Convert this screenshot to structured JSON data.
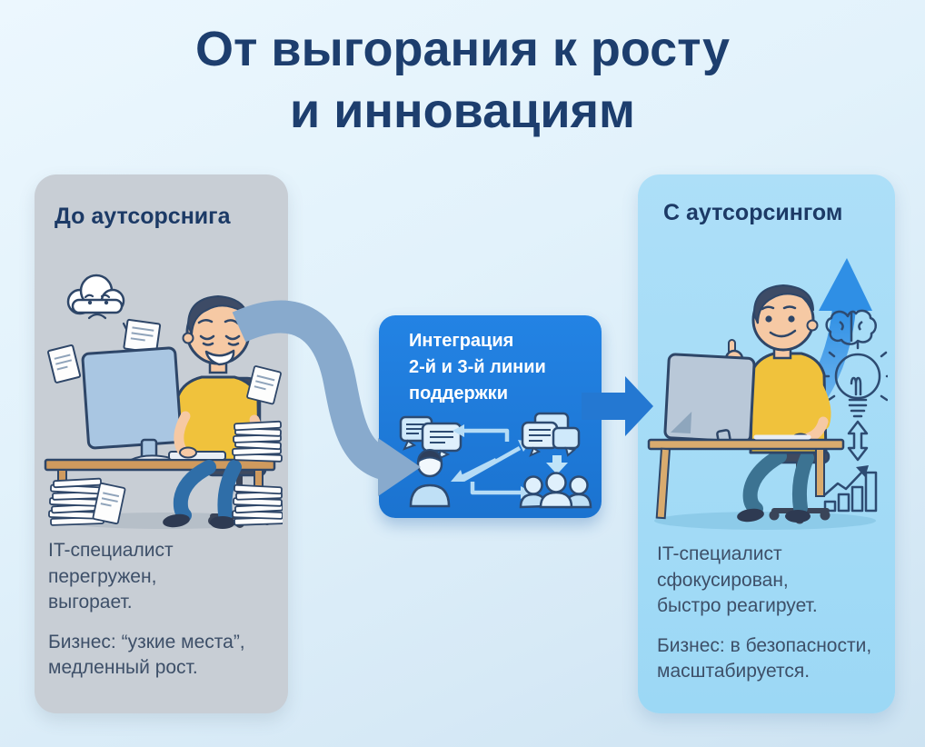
{
  "title": {
    "text": "От выгорания к росту\nи инновациям"
  },
  "panels": {
    "before": {
      "heading": "До аутсорснига",
      "body": [
        "IT-специалист\nперегружен,\nвыгорает.",
        "Бизнес: “узкие места”,\nмедленный рост."
      ]
    },
    "after": {
      "heading": "С аутсорсингом",
      "body": [
        "IT-специалист\nсфокусирован,\nбыстро реагирует.",
        "Бизнес: в безопасности,\nмасштабируется."
      ]
    }
  },
  "integration": {
    "label": "Интеграция\n2-й и 3-й линии\nподдержки"
  },
  "icons": {
    "before": [
      "sad-cloud-icon",
      "burnout-worker-illustration",
      "paper-stack-icon",
      "monitor-icon"
    ],
    "integration": [
      "chat-bubbles-icon",
      "support-agent-icon",
      "chat-bubbles-group-icon",
      "down-arrow-icon",
      "support-team-icon",
      "exchange-arrows-icon"
    ],
    "after": [
      "growth-arrow-icon",
      "brain-icon",
      "lightbulb-icon",
      "scale-arrows-icon",
      "growth-chart-icon",
      "focused-worker-illustration"
    ],
    "connectors": [
      "s-curve-arrow-icon",
      "right-arrow-icon"
    ]
  },
  "colors": {
    "background_top": "#e2f2fb",
    "background_bottom": "#cde3f2",
    "title_text": "#1d3e6e",
    "before_panel_bg": "#c8ced5",
    "after_panel_bg": "#9cd8f5",
    "integration_bg": "#1e7de0",
    "integration_text": "#ffffff",
    "heading_text": "#1c3a66",
    "body_text": "#3d4f68",
    "flow_arrow_muted": "#88aacd",
    "flow_arrow_accent": "#2478d2",
    "outline_navy": "#2e4668",
    "shirt_yellow": "#f0c23c",
    "skin": "#f6c9a4"
  }
}
